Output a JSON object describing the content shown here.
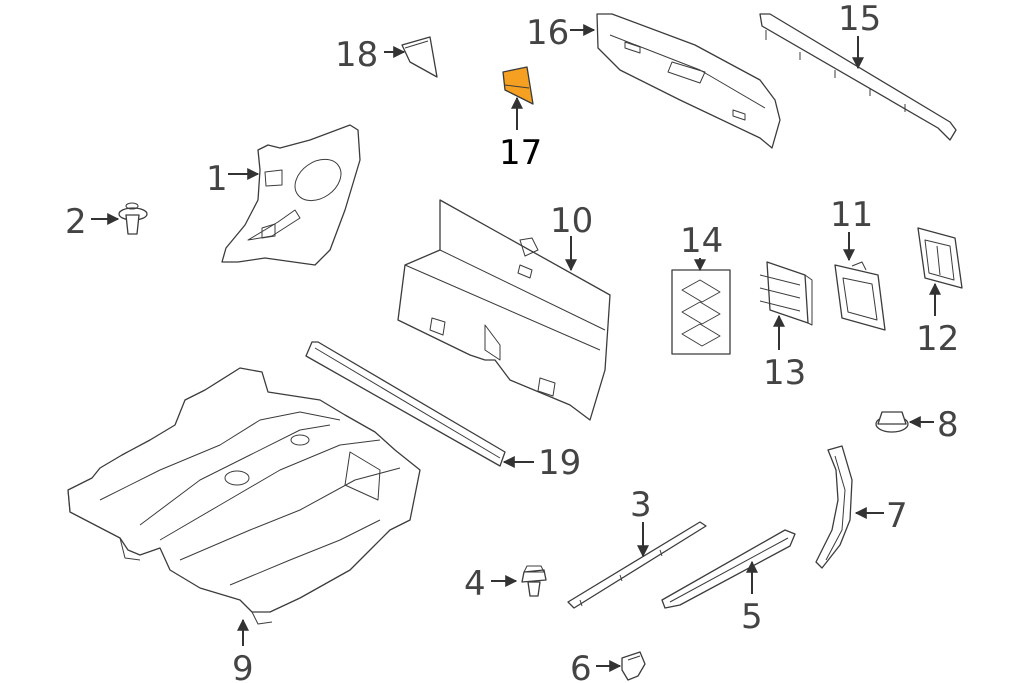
{
  "diagram": {
    "background": "#ffffff",
    "line_color": "#3c3c3c",
    "highlight_color": "#f5a020",
    "highlighted_part": "17",
    "callouts": {
      "p1": "1",
      "p2": "2",
      "p3": "3",
      "p4": "4",
      "p5": "5",
      "p6": "6",
      "p7": "7",
      "p8": "8",
      "p9": "9",
      "p10": "10",
      "p11": "11",
      "p12": "12",
      "p13": "13",
      "p14": "14",
      "p15": "15",
      "p16": "16",
      "p17": "17",
      "p18": "18",
      "p19": "19"
    }
  }
}
